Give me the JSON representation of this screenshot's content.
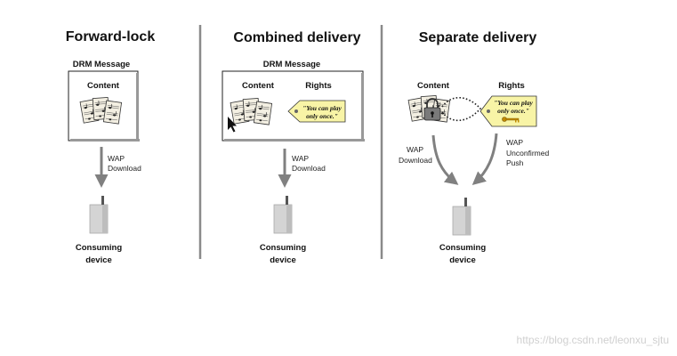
{
  "panels": {
    "forward_lock": {
      "title": "Forward-lock",
      "message_label": "DRM Message",
      "content_label": "Content",
      "transport": [
        "WAP",
        "Download"
      ],
      "device": [
        "Consuming",
        "device"
      ]
    },
    "combined": {
      "title": "Combined delivery",
      "message_label": "DRM Message",
      "content_label": "Content",
      "rights_label": "Rights",
      "rights_text": [
        "\"You can play",
        "only once.\""
      ],
      "transport": [
        "WAP",
        "Download"
      ],
      "device": [
        "Consuming",
        "device"
      ]
    },
    "separate": {
      "title": "Separate delivery",
      "content_label": "Content",
      "rights_label": "Rights",
      "rights_text": [
        "\"You can play",
        "only once.\""
      ],
      "content_transport": [
        "WAP",
        "Download"
      ],
      "rights_transport": [
        "WAP",
        "Unconfirmed",
        "Push"
      ],
      "device": [
        "Consuming",
        "device"
      ]
    }
  },
  "watermark": "https://blog.csdn.net/leonxu_sjtu",
  "colors": {
    "divider": "#8a8a8a",
    "arrow": "#808080",
    "tag_fill": "#f8f4a6",
    "device_fill": "#d4d4d4",
    "paper_fill": "#f3efe2"
  }
}
